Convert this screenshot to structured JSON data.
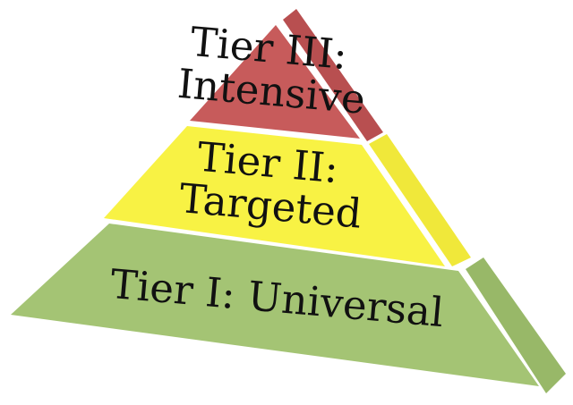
{
  "diagram": {
    "type": "pyramid",
    "tiers": [
      {
        "id": "tier-3",
        "lines": [
          "Tier III:",
          "Intensive"
        ],
        "front_color": "#c75b5b",
        "side_color": "#b84f50"
      },
      {
        "id": "tier-2",
        "lines": [
          "Tier II:",
          "Targeted"
        ],
        "front_color": "#f8f244",
        "side_color": "#f0e83a"
      },
      {
        "id": "tier-1",
        "lines": [
          "Tier I: Universal"
        ],
        "front_color": "#a4c474",
        "side_color": "#98b868"
      }
    ]
  }
}
